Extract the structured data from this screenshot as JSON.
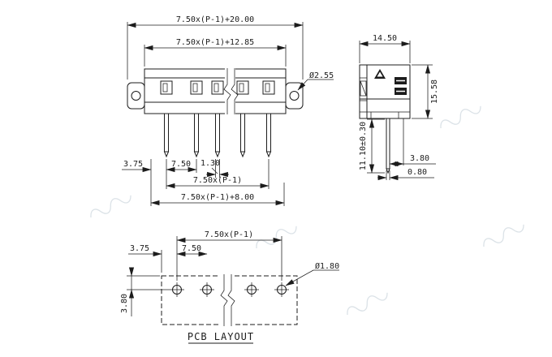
{
  "drawing": {
    "front_view": {
      "dim_overall": "7.50x(P-1)+20.00",
      "dim_flange": "7.50x(P-1)+12.85",
      "dim_mount_hole": "Ø2.55",
      "dim_edge_offset": "3.75",
      "dim_pitch": "7.50",
      "dim_pin_width": "1.30",
      "dim_pin_span": "7.50x(P-1)",
      "dim_base": "7.50x(P-1)+8.00"
    },
    "side_view": {
      "dim_depth": "14.50",
      "dim_height": "15.58",
      "dim_pin_length": "11.10±0.30",
      "dim_pin_offset": "3.80",
      "dim_pin_thickness": "0.80"
    },
    "pcb_layout": {
      "label": "PCB LAYOUT",
      "dim_hole_span": "7.50x(P-1)",
      "dim_edge_offset": "3.75",
      "dim_pitch": "7.50",
      "dim_hole": "Ø1.80",
      "dim_row_offset": "3.80"
    }
  },
  "colors": {
    "line": "#1c1c1c",
    "background": "#ffffff",
    "watermark": "#c7d3da"
  }
}
